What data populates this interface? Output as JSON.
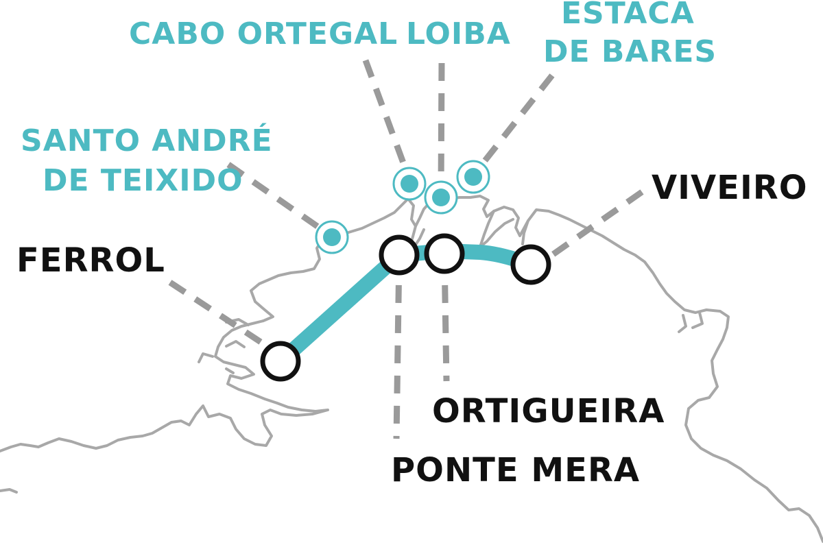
{
  "map": {
    "route_color": "#4dbac2",
    "label_color_poi": "#4dbac2",
    "label_color_stop": "#111111",
    "coast_color": "#a8a8a8",
    "leader_color": "#9a9a9a"
  },
  "points_of_interest": [
    {
      "id": "cabo-ortegal",
      "lines": [
        "CABO ORTEGAL"
      ]
    },
    {
      "id": "loiba",
      "lines": [
        "LOIBA"
      ]
    },
    {
      "id": "estaca-de-bares",
      "lines": [
        "ESTACA",
        "DE BARES"
      ]
    },
    {
      "id": "santo-andre",
      "lines": [
        "SANTO ANDRÉ",
        "DE TEIXIDO"
      ]
    }
  ],
  "stops": [
    {
      "id": "ferrol",
      "label": "FERROL"
    },
    {
      "id": "viveiro",
      "label": "VIVEIRO"
    },
    {
      "id": "ortigueira",
      "label": "ORTIGUEIRA"
    },
    {
      "id": "ponte-mera",
      "label": "PONTE MERA"
    }
  ]
}
